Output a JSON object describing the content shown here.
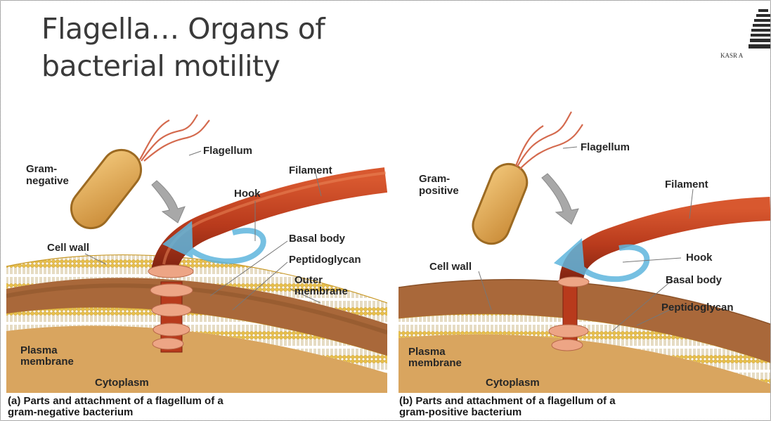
{
  "title": {
    "line1": "Flagella… Organs of",
    "line2": "bacterial motility"
  },
  "logo": {
    "text": "KASR A"
  },
  "panel_a": {
    "cell_label": [
      "Gram-",
      "negative"
    ],
    "flagellum": "Flagellum",
    "filament": "Filament",
    "hook": "Hook",
    "basal_body": "Basal body",
    "peptidoglycan": "Peptidoglycan",
    "outer_membrane": [
      "Outer",
      "membrane"
    ],
    "cell_wall": "Cell wall",
    "plasma_membrane": [
      "Plasma",
      "membrane"
    ],
    "cytoplasm": "Cytoplasm",
    "caption": [
      "(a) Parts and attachment of a flagellum of a",
      "gram-negative bacterium"
    ]
  },
  "panel_b": {
    "cell_label": [
      "Gram-",
      "positive"
    ],
    "flagellum": "Flagellum",
    "filament": "Filament",
    "hook": "Hook",
    "basal_body": "Basal body",
    "peptidoglycan": "Peptidoglycan",
    "cell_wall": "Cell wall",
    "plasma_membrane": [
      "Plasma",
      "membrane"
    ],
    "cytoplasm": "Cytoplasm",
    "caption": [
      "(b) Parts and attachment of a flagellum of a",
      "gram-positive bacterium"
    ]
  },
  "colors": {
    "filament": "#b83a1c",
    "filament_dark": "#7d2210",
    "cytoplasm": "#d9a55f",
    "peptidoglycan": "#a9683a",
    "membrane_head": "#e8c04a",
    "basal_ring": "#eda585",
    "rotation_arrow": "#5fb6de",
    "cell_body": "#d7a04c"
  }
}
